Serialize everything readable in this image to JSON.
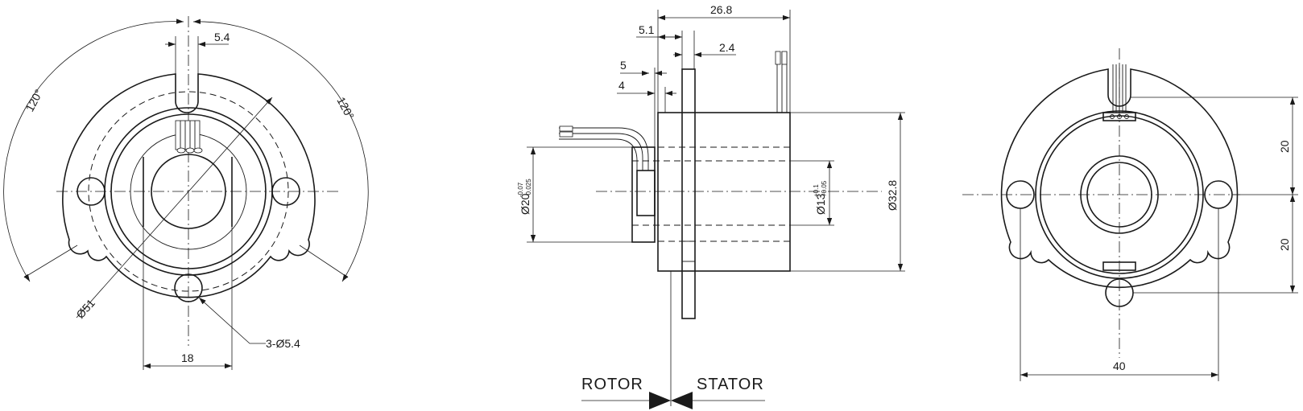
{
  "colors": {
    "ink": "#1a1a1a",
    "paper": "#ffffff"
  },
  "front_view": {
    "slot_width": "5.4",
    "angle_left": "120°",
    "angle_right": "120°",
    "outer_diameter": "Ø51",
    "holes": "3-Ø5.4",
    "flat_width": "18"
  },
  "side_view": {
    "total_length": "26.8",
    "dim_5_1": "5.1",
    "dim_2_4": "2.4",
    "dim_5": "5",
    "dim_4": "4",
    "rotor_diameter": {
      "base": "Ø20",
      "upper": "-0.07",
      "lower": "-0.025"
    },
    "bore_diameter": {
      "base": "Ø13",
      "upper": "+0.1",
      "lower": "+0.05"
    },
    "body_diameter": "Ø32.8",
    "rotor_label": "ROTOR",
    "stator_label": "STATOR"
  },
  "back_view": {
    "offset_upper": "20",
    "offset_lower": "20",
    "hole_spacing": "40"
  }
}
